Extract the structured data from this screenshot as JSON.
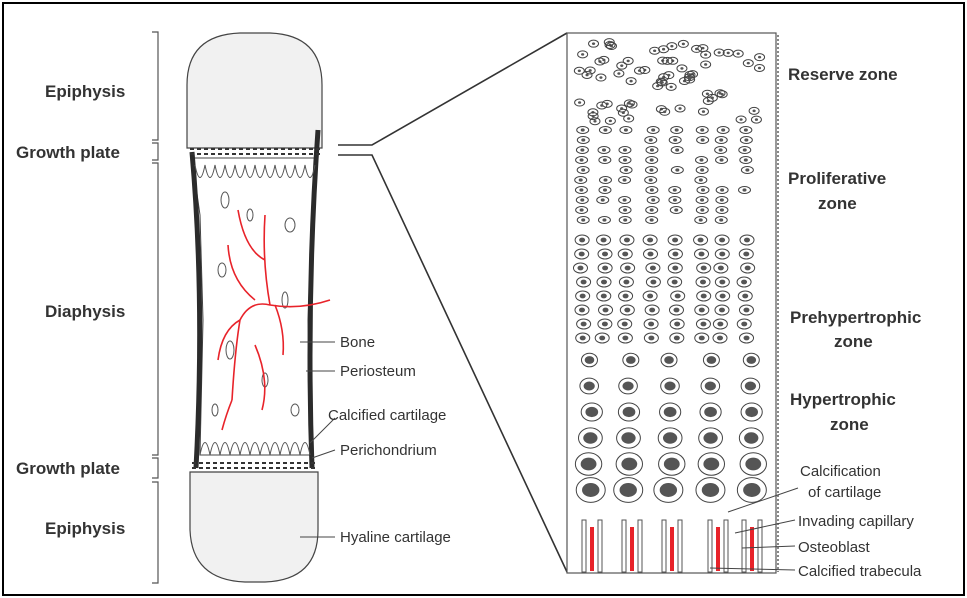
{
  "left_labels": {
    "epiphysis_top": "Epiphysis",
    "growth_plate_top": "Growth plate",
    "diaphysis": "Diaphysis",
    "growth_plate_bottom": "Growth plate",
    "epiphysis_bottom": "Epiphysis"
  },
  "bone_labels": {
    "bone": "Bone",
    "periosteum": "Periosteum",
    "calcified_cartilage": "Calcified cartilage",
    "perichondrium": "Perichondrium",
    "hyaline_cartilage": "Hyaline cartilage"
  },
  "zones": {
    "reserve": "Reserve zone",
    "proliferative_1": "Proliferative",
    "proliferative_2": "zone",
    "prehypertrophic_1": "Prehypertrophic",
    "prehypertrophic_2": "zone",
    "hypertrophic_1": "Hypertrophic",
    "hypertrophic_2": "zone"
  },
  "detail_labels": {
    "calcification_1": "Calcification",
    "calcification_2": "of cartilage",
    "invading_capillary": "Invading capillary",
    "osteoblast": "Osteoblast",
    "calcified_trabecula": "Calcified trabecula"
  },
  "colors": {
    "vessel": "#e8232a",
    "ink": "#2b2b2b"
  }
}
